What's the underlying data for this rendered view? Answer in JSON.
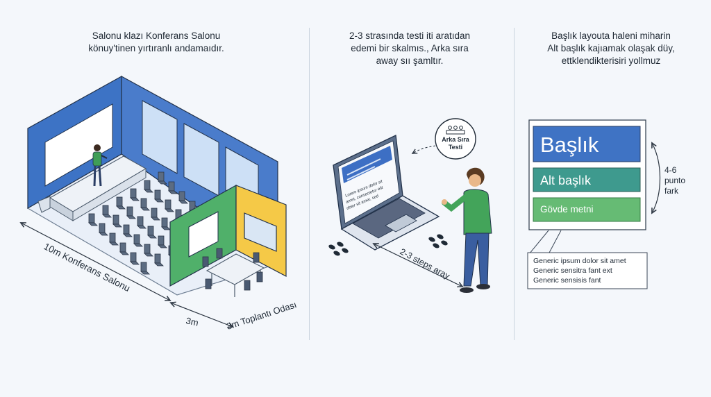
{
  "panel1": {
    "caption_line1": "Salonu klazı Konferans Salonu",
    "caption_line2": "könuy'tinen yırtıranlı andamaıdır.",
    "dim_hall": "10m Konferans Salonu",
    "dim_room": "3m",
    "dim_room_label": "3m Toplantı Odası"
  },
  "panel2": {
    "caption_line1": "2-3 strasında testi iti aratıdan",
    "caption_line2": "edemi bir skalmıs., Arka sıra",
    "caption_line3": "away sıı şamltır.",
    "badge_line1": "Arka Sıra",
    "badge_line2": "Testi",
    "screen_line1": "Lorem ipsum dolor sit",
    "screen_line2": "amet, consectetur elit",
    "screen_line3": "dolor sit amet, sed",
    "steps_label": "2-3 steps aray"
  },
  "panel3": {
    "caption_line1": "Başlık layouta haleni miharin",
    "caption_line2": "Alt başlık kajıamak olaşak düy,",
    "caption_line3": "ettklendikterisiri yollmuz",
    "heading": "Başlık",
    "subheading": "Alt başlık",
    "body": "Gövde metni",
    "size_line1": "4-6",
    "size_line2": "punto",
    "size_line3": "fark",
    "note_line1": "Generic ipsum dolor sit amet",
    "note_line2": "Generic sensitra fant ext",
    "note_line3": "Generic sensisis fant",
    "colors": {
      "heading": "#3f73c4",
      "subheading": "#3e9a8e",
      "body": "#66bb74"
    }
  }
}
